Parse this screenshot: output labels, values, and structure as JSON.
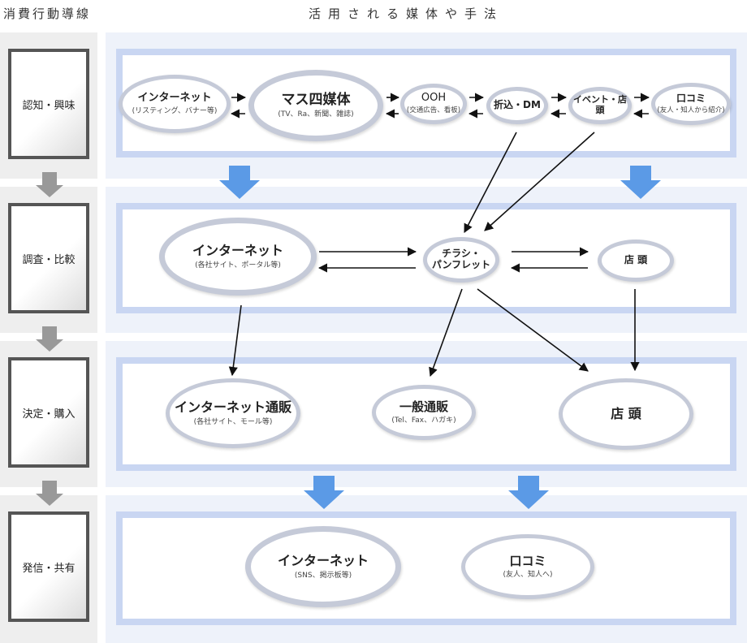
{
  "header": {
    "left": "消費行動導線",
    "right": "活用される媒体や手法"
  },
  "stages": [
    {
      "label": "認知・興味"
    },
    {
      "label": "調査・比較"
    },
    {
      "label": "決定・購入"
    },
    {
      "label": "発信・共有"
    }
  ],
  "nodes": {
    "internet_ad": {
      "title": "インターネット",
      "sub": "(リスティング、バナー等)"
    },
    "mass_media": {
      "title": "マス四媒体",
      "sub": "(TV、Ra、新聞、雑誌)"
    },
    "ooh": {
      "title": "OOH",
      "sub": "(交通広告、看板)"
    },
    "orikomi_dm": {
      "title": "折込・DM",
      "sub": ""
    },
    "event_store": {
      "title": "イベント・店頭",
      "sub": ""
    },
    "kuchikomi_1": {
      "title": "口コミ",
      "sub": "(友人・知人から紹介)"
    },
    "internet_research": {
      "title": "インターネット",
      "sub": "(各社サイト、ポータル等)"
    },
    "flyer": {
      "title": "チラシ・\nパンフレット",
      "sub": ""
    },
    "store_research": {
      "title": "店 頭",
      "sub": ""
    },
    "internet_shop": {
      "title": "インターネット通販",
      "sub": "(各社サイト、モール等)"
    },
    "mail_order": {
      "title": "一般通販",
      "sub": "(Tel、Fax、ハガキ)"
    },
    "store_purchase": {
      "title": "店 頭",
      "sub": ""
    },
    "internet_share": {
      "title": "インターネット",
      "sub": "(SNS、掲示板等)"
    },
    "kuchikomi_2": {
      "title": "口コミ",
      "sub": "(友人、知人へ)"
    }
  },
  "colors": {
    "stage_border": "#555555",
    "panel_border": "#c9d6f2",
    "node_border": "#c5cad8",
    "blue_arrow": "#5b9ae6",
    "gray_arrow": "#999999",
    "left_band": "#eeeeee",
    "right_band": "#eef2fa"
  }
}
